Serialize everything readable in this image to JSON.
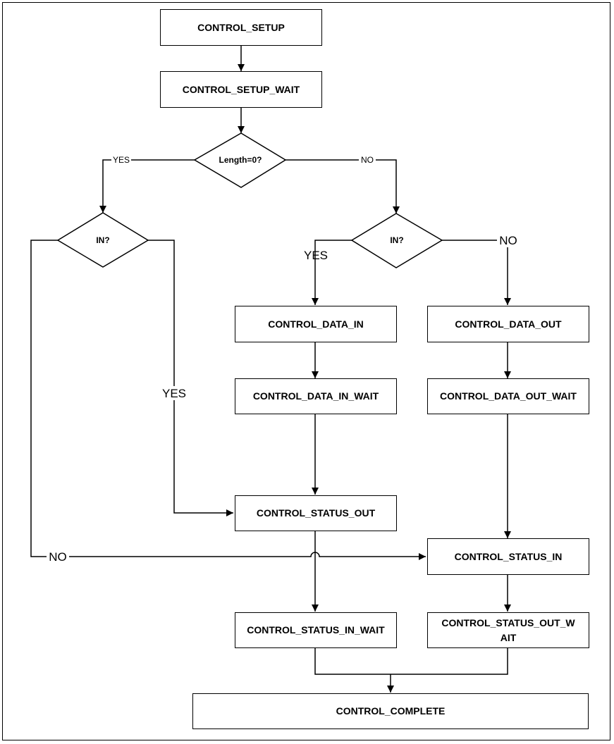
{
  "nodes": {
    "control_setup": "CONTROL_SETUP",
    "control_setup_wait": "CONTROL_SETUP_WAIT",
    "control_data_in": "CONTROL_DATA_IN",
    "control_data_out": "CONTROL_DATA_OUT",
    "control_data_in_wait": "CONTROL_DATA_IN_WAIT",
    "control_data_out_wait": "CONTROL_DATA_OUT_WAIT",
    "control_status_out": "CONTROL_STATUS_OUT",
    "control_status_in": "CONTROL_STATUS_IN",
    "control_status_in_wait": "CONTROL_STATUS_IN_WAIT",
    "control_status_out_wait_line1": "CONTROL_STATUS_OUT_W",
    "control_status_out_wait_line2": "AIT",
    "control_complete": "CONTROL_COMPLETE"
  },
  "decisions": {
    "length_zero": "Length=0?",
    "in_left": "IN?",
    "in_right": "IN?"
  },
  "edge_labels": {
    "length_yes": "YES",
    "length_no": "NO",
    "in_right_yes": "YES",
    "in_right_no": "NO",
    "in_left_yes": "YES",
    "in_left_no": "NO"
  }
}
